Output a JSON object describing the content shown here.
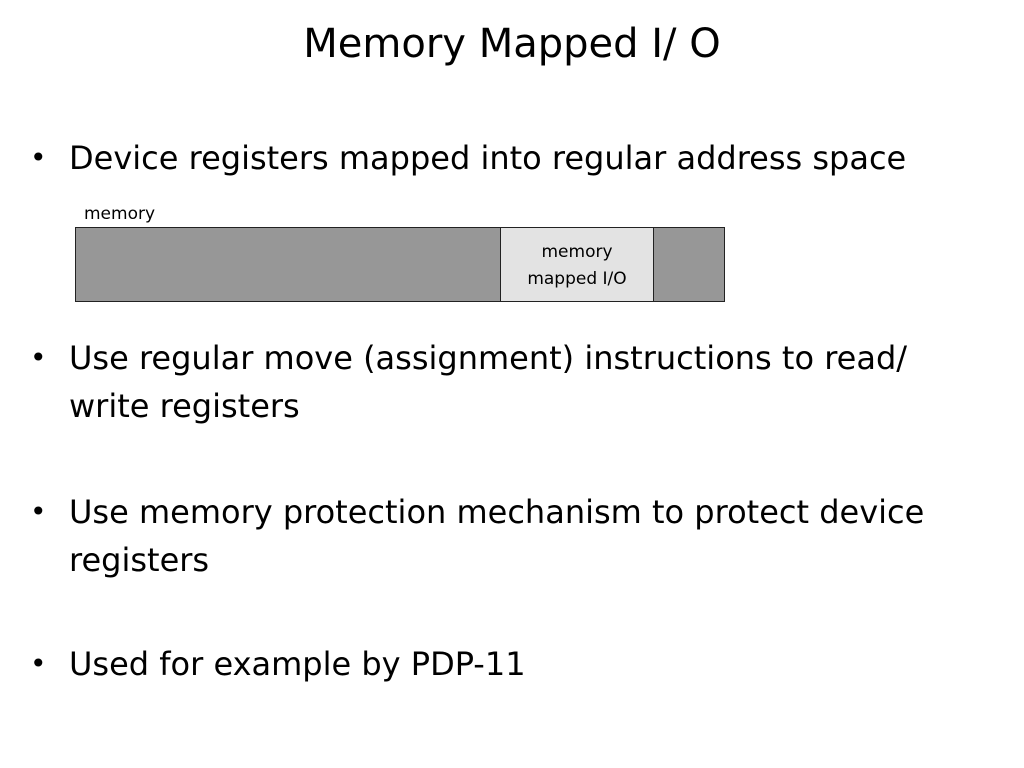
{
  "slide": {
    "title": "Memory Mapped I/ O"
  },
  "bullets": [
    {
      "marker": "•",
      "text": "Device registers mapped into regular address space"
    },
    {
      "marker": "•",
      "text": "Use regular move (assignment) instructions to read/ write registers"
    },
    {
      "marker": "•",
      "text": "Use memory protection mechanism to protect device registers"
    },
    {
      "marker": "•",
      "text": "Used for example by PDP-11"
    }
  ],
  "diagram": {
    "memory_label": "memory",
    "io_region_line1": "memory",
    "io_region_line2": "mapped I/O",
    "colors": {
      "memory_fill": "#979797",
      "io_fill": "#e3e3e3",
      "border": "#222222"
    }
  }
}
